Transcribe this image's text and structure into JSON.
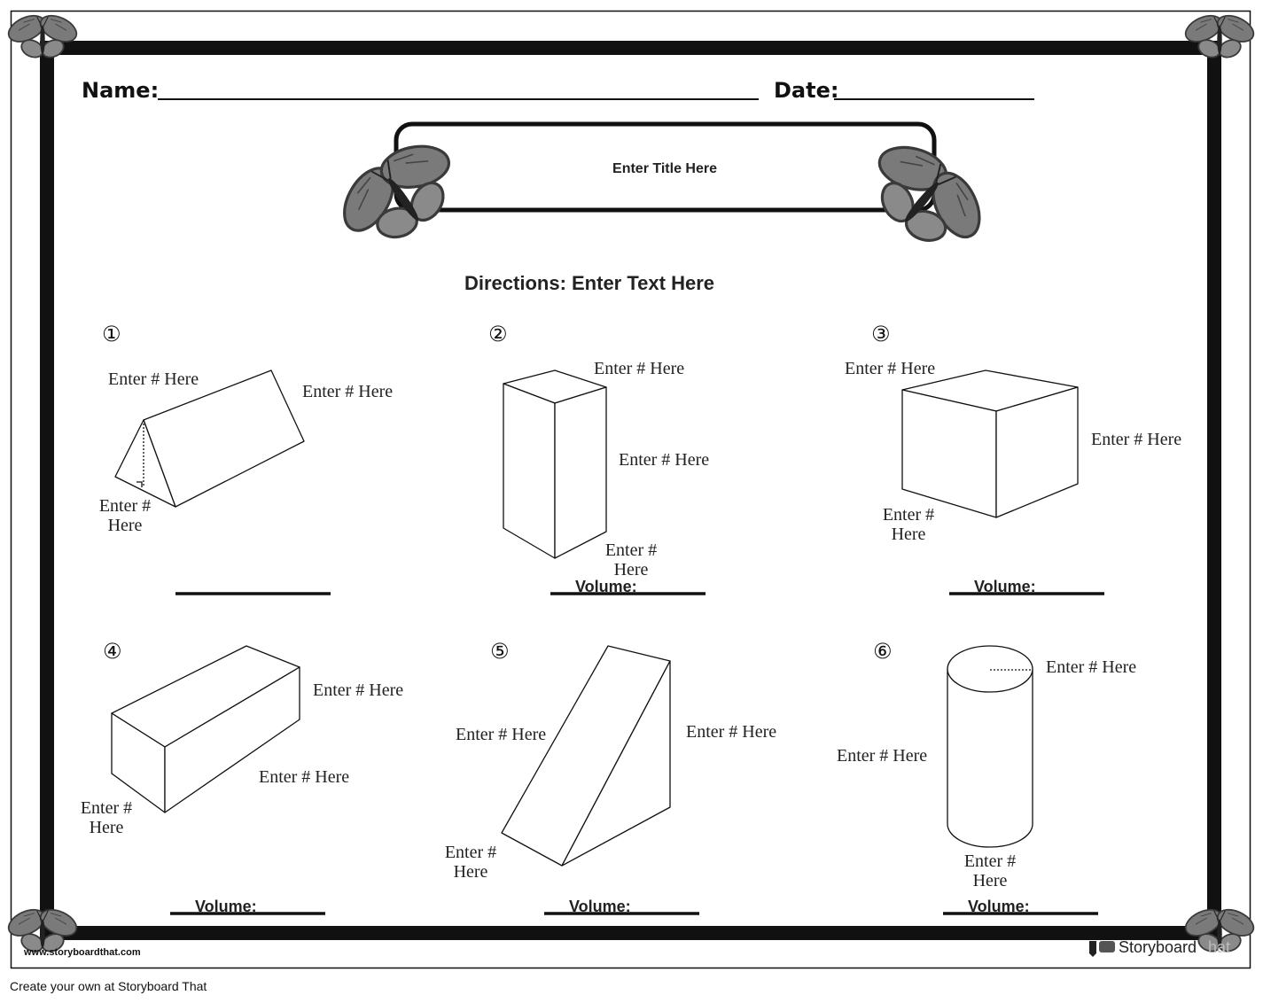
{
  "header": {
    "name_label": "Name:",
    "date_label": "Date:"
  },
  "title": "Enter Title Here",
  "directions": "Directions: Enter Text Here",
  "problems": [
    {
      "number": "①",
      "labels": [
        "Enter # Here",
        "Enter # Here",
        "Enter #",
        "Here"
      ]
    },
    {
      "number": "②",
      "labels": [
        "Enter # Here",
        "Enter # Here",
        "Enter #",
        "Here"
      ],
      "answer_label": "Volume:"
    },
    {
      "number": "③",
      "labels": [
        "Enter # Here",
        "Enter # Here",
        "Enter #",
        "Here"
      ],
      "answer_label": "Volume:"
    },
    {
      "number": "④",
      "labels": [
        "Enter # Here",
        "Enter # Here",
        "Enter #",
        "Here"
      ],
      "answer_label": "Volume:"
    },
    {
      "number": "⑤",
      "labels": [
        "Enter # Here",
        "Enter # Here",
        "Enter #",
        "Here"
      ],
      "answer_label": "Volume:"
    },
    {
      "number": "⑥",
      "labels": [
        "Enter # Here",
        "Enter # Here",
        "Enter #",
        "Here"
      ],
      "answer_label": "Volume:"
    }
  ],
  "footer": {
    "website": "www.storyboardthat.com",
    "brand": "Storyboard",
    "brand_faint": "hat",
    "credit": "Create your own at Storyboard That"
  },
  "colors": {
    "frame": "#111111",
    "butterfly_wing": "#7a7a7a",
    "butterfly_edge": "#3a3a3a"
  },
  "icons": [
    "butterfly-icon",
    "chat-bubble-icon"
  ]
}
